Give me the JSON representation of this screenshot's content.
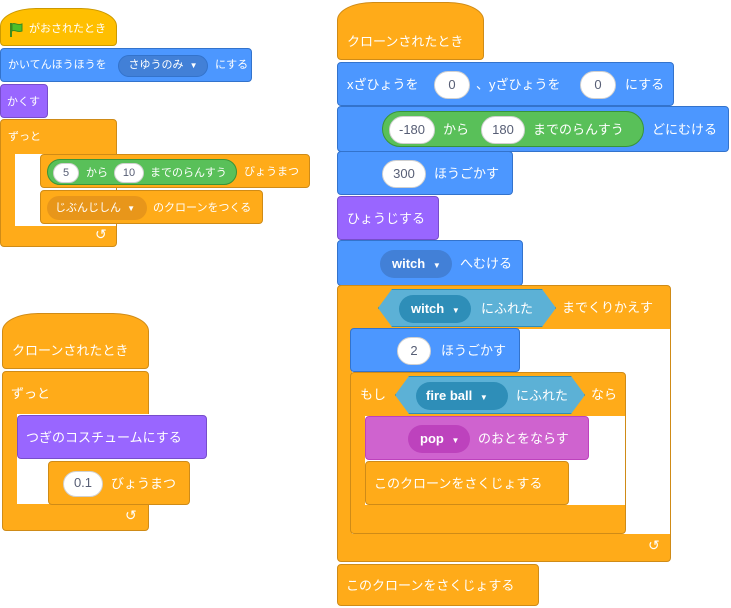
{
  "script1": {
    "hat": "がおされたとき",
    "rotation_prefix": "かいてんほうほうを",
    "rotation_value": "さゆうのみ",
    "rotation_suffix": "にする",
    "hide": "かくす",
    "forever": "ずっと",
    "wait_from": "5",
    "wait_kara": "から",
    "wait_to": "10",
    "wait_random": "までのらんすう",
    "wait_suffix": "びょうまつ",
    "clone_target": "じぶんじしん",
    "clone_suffix": "のクローンをつくる"
  },
  "script2": {
    "hat": "クローンされたとき",
    "forever": "ずっと",
    "next_costume": "つぎのコスチュームにする",
    "wait_value": "0.1",
    "wait_suffix": "びょうまつ"
  },
  "script3": {
    "hat": "クローンされたとき",
    "goto_x_label": "xざひょうを",
    "goto_x": "0",
    "goto_y_label": "、yざひょうを",
    "goto_y": "0",
    "goto_suffix": "にする",
    "point_from": "-180",
    "point_kara": "から",
    "point_to": "180",
    "point_random": "までのらんすう",
    "point_suffix": "どにむける",
    "move_steps": "300",
    "move_suffix": "ほうごかす",
    "show": "ひょうじする",
    "point_towards_target": "witch",
    "point_towards_suffix": "へむける",
    "touching_target": "witch",
    "touching_suffix": "にふれた",
    "repeat_until_suffix": "までくりかえす",
    "move2_steps": "2",
    "move2_suffix": "ほうごかす",
    "if_label": "もし",
    "if_touching_target": "fire ball",
    "if_touching_suffix": "にふれた",
    "if_then": "なら",
    "sound_target": "pop",
    "sound_suffix": "のおとをならす",
    "delete_clone_inner": "このクローンをさくじょする",
    "delete_clone": "このクローンをさくじょする"
  },
  "colors": {
    "events": "#ffbf00",
    "control": "#ffab19",
    "motion": "#4c97ff",
    "looks": "#9966ff",
    "sound": "#cf63cf",
    "operators": "#59c059",
    "sensing": "#5cb1d6"
  }
}
